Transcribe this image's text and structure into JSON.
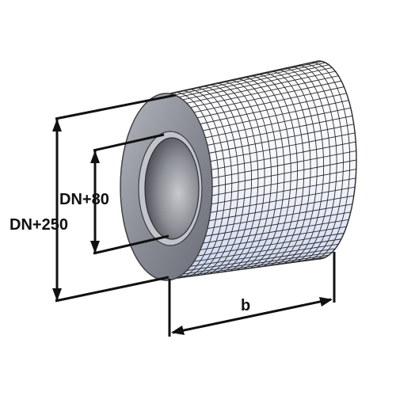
{
  "diagram": {
    "outer_dimension_label": "DN+250",
    "inner_dimension_label": "DN+80",
    "length_label": "b"
  },
  "colors": {
    "background": "#ffffff",
    "mesh_line": "#2b2b2b",
    "mesh_fill_light": "#ffffff",
    "mesh_fill_shade": "#c9d3ee",
    "outer_ring": "#8a8c95",
    "inner_ring": "#c2c4cc",
    "bore": "#6f7178",
    "dimension_line": "#111111"
  }
}
